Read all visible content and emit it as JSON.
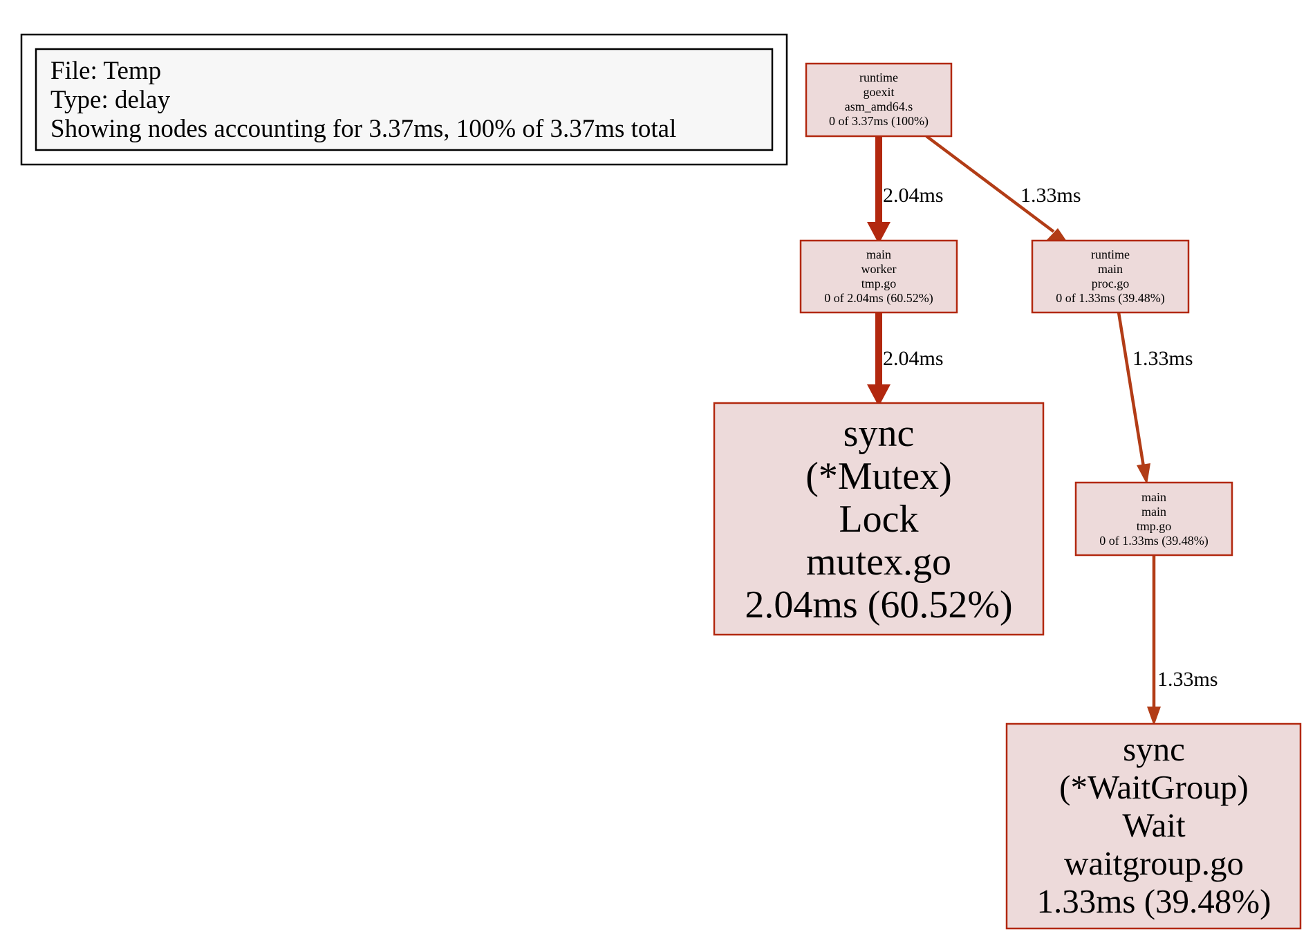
{
  "legend": {
    "file": "File: Temp",
    "type": "Type: delay",
    "summary": "Showing nodes accounting for 3.37ms, 100% of 3.37ms total"
  },
  "colors": {
    "node_fill": "#eddada",
    "node_border": "#b2280f",
    "edge_heavy": "#b2280f",
    "edge_medium": "#b23c16"
  },
  "nodes": {
    "goexit": {
      "lines": [
        "runtime",
        "goexit",
        "asm_amd64.s",
        "0 of 3.37ms (100%)"
      ]
    },
    "worker": {
      "lines": [
        "main",
        "worker",
        "tmp.go",
        "0 of 2.04ms (60.52%)"
      ]
    },
    "runtime_main": {
      "lines": [
        "runtime",
        "main",
        "proc.go",
        "0 of 1.33ms (39.48%)"
      ]
    },
    "mutex_lock": {
      "lines": [
        "sync",
        "(*Mutex)",
        "Lock",
        "mutex.go",
        "2.04ms (60.52%)"
      ]
    },
    "main_main": {
      "lines": [
        "main",
        "main",
        "tmp.go",
        "0 of 1.33ms (39.48%)"
      ]
    },
    "waitgroup_wait": {
      "lines": [
        "sync",
        "(*WaitGroup)",
        "Wait",
        "waitgroup.go",
        "1.33ms (39.48%)"
      ]
    }
  },
  "edges": {
    "goexit_to_worker": "2.04ms",
    "goexit_to_runtime_main": "1.33ms",
    "worker_to_mutex_lock": "2.04ms",
    "runtime_main_to_main_main": "1.33ms",
    "main_main_to_waitgroup_wait": "1.33ms"
  }
}
